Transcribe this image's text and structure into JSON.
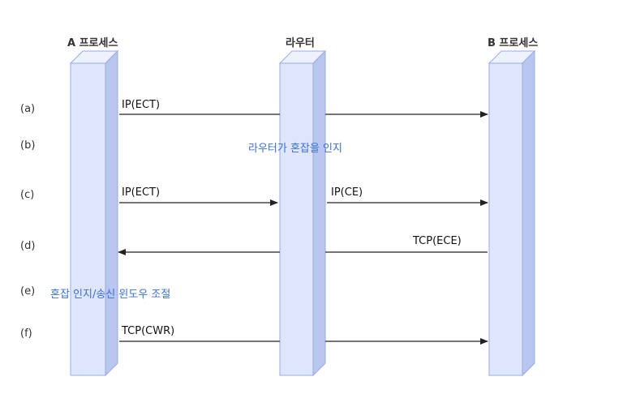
{
  "participants": {
    "a": "A 프로세스",
    "router": "라우터",
    "b": "B 프로세스"
  },
  "steps": [
    "(a)",
    "(b)",
    "(c)",
    "(d)",
    "(e)",
    "(f)"
  ],
  "messages": {
    "a_ip_ect": "IP(ECT)",
    "c_ip_ect": "IP(ECT)",
    "c_ip_ce": "IP(CE)",
    "d_tcp_ece": "TCP(ECE)",
    "f_tcp_cwr": "TCP(CWR)"
  },
  "notes": {
    "b": "라우터가 혼잡을 인지",
    "e": "혼잡 인지/송신 윈도우 조절"
  },
  "colors": {
    "lifeline_fill": "#dfe6fb",
    "lifeline_side": "#b9c6ef",
    "lifeline_stroke": "#9aaae0",
    "arrow": "#222222",
    "note": "#3a6fd8"
  }
}
